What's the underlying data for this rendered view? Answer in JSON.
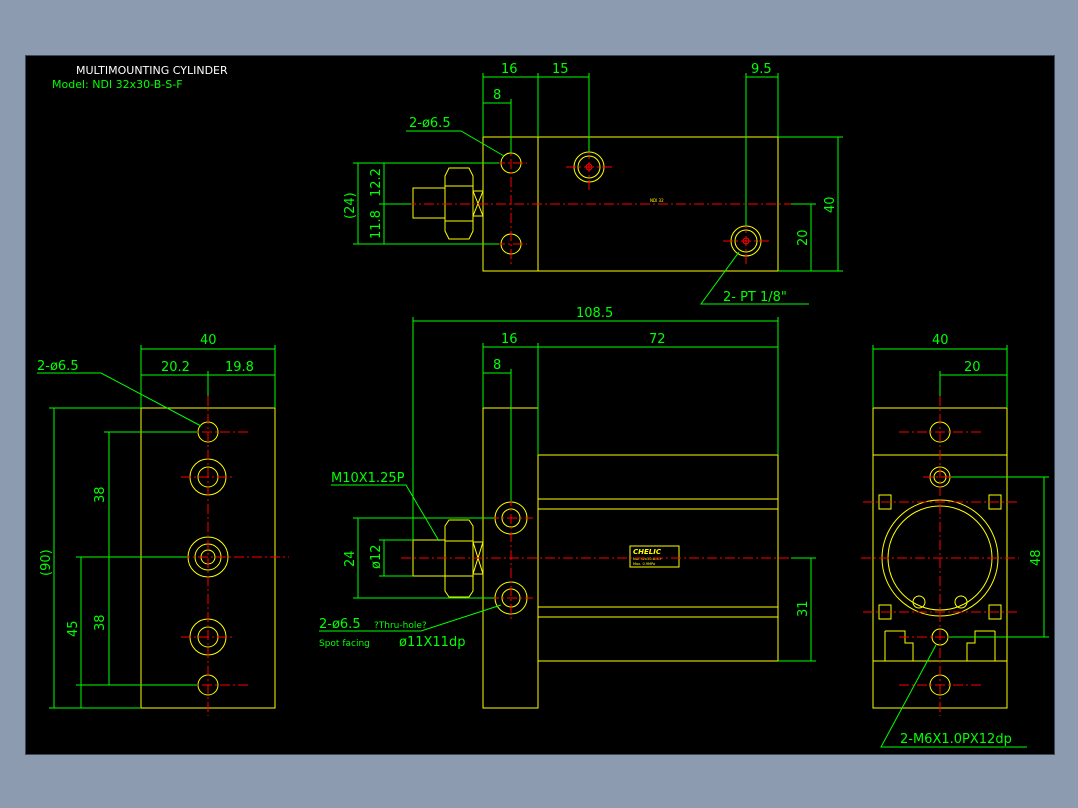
{
  "title_block": {
    "title": "MULTIMOUNTING CYLINDER",
    "model": "Model:  NDI 32x30-B-S-F"
  },
  "colors": {
    "outline": "#ffff00",
    "dimension": "#00ff00",
    "centerline": "#ff0000",
    "text": "#ffffff",
    "background": "#000000",
    "frame": "#8d9bb0"
  },
  "top_view": {
    "dim_16": "16",
    "dim_15": "15",
    "dim_9_5": "9.5",
    "dim_8": "8",
    "hole_callout": "2-ø6.5",
    "dim_12_2": "12.2",
    "dim_24_ref": "(24)",
    "dim_11_8": "11.8",
    "dim_40": "40",
    "dim_20": "20",
    "port_callout": "2- PT 1/8\"",
    "center_label": "NDI 32"
  },
  "left_view": {
    "dim_40": "40",
    "dim_20_2": "20.2",
    "dim_19_8": "19.8",
    "hole_callout": "2-ø6.5",
    "dim_38_top": "38",
    "dim_90_ref": "(90)",
    "dim_45": "45",
    "dim_38_bottom": "38"
  },
  "front_view": {
    "dim_108_5": "108.5",
    "dim_16": "16",
    "dim_72": "72",
    "dim_8": "8",
    "thread_callout": "M10X1.25P",
    "dim_24": "24",
    "dim_dia12": "ø12",
    "hole_callout": "2-ø6.5",
    "hole_note": "?Thru-hole?",
    "spot_label": "Spot facing",
    "spot_value": "ø11X11dp",
    "dim_31": "31",
    "nameplate_brand": "CHELIC",
    "nameplate_line1": "NDI 32x30-B-S-F",
    "nameplate_line2": "Max. 0.9MPa"
  },
  "right_view": {
    "dim_40": "40",
    "dim_20": "20",
    "dim_48": "48",
    "tap_callout": "2-M6X1.0PX12dp"
  }
}
